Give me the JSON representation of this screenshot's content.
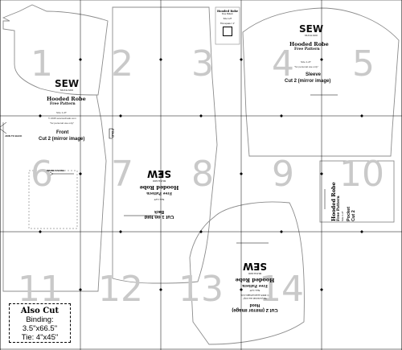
{
  "page_numbers": [
    "1",
    "2",
    "3",
    "4",
    "5",
    "6",
    "7",
    "8",
    "9",
    "10",
    "11",
    "12",
    "13",
    "14"
  ],
  "front_piece": {
    "logo_main": "SEW",
    "logo_sub": "MUCH ADO",
    "title": "Hooded Robe",
    "subtitle": "Free Pattern",
    "size": "Size 1-2T",
    "url": "© 2015 sewmuchado.com",
    "note": "\"for personal use only\"",
    "label": "Front",
    "cut": "Cut 2 (mirror image)",
    "side_label": "JOIN TO BACK",
    "front_mark": "INSIDE FACING"
  },
  "sleeve_piece": {
    "logo_main": "SEW",
    "logo_sub": "MUCH ADO",
    "title": "Hooded Robe",
    "subtitle": "Free Pattern",
    "size": "Size 1-2T",
    "note": "\"for personal use only\"",
    "label": "Sleeve",
    "cut": "Cut 2 (mirror image)"
  },
  "back_piece": {
    "logo_main": "SEW",
    "logo_sub": "MUCH ADO",
    "title": "Hooded Robe",
    "subtitle": "Free Pattern",
    "size": "Size 1-2T",
    "label": "Back",
    "cut": "Cut 1 on fold",
    "fold": "FOLD"
  },
  "hood_piece": {
    "logo_main": "SEW",
    "logo_sub": "MUCH ADO",
    "title": "Hooded Robe",
    "subtitle": "Free Pattern",
    "size": "Size 1-2T",
    "url": "© 2015 sewmuchado.com",
    "note": "\"for personal use only\"",
    "label": "Hood",
    "cut": "Cut 2 (mirror image)"
  },
  "pocket_piece": {
    "title": "Hooded Robe",
    "subtitle": "Free Pattern",
    "size": "Size 1-2T",
    "label": "Pocket",
    "cut": "Cut 2"
  },
  "info_box": {
    "title": "Hooded Robe",
    "subtitle": "Free Pattern",
    "size_line": "Size 1-2T",
    "test_square": "This square = 1\""
  },
  "also_cut": {
    "title": "Also Cut",
    "binding": "Binding: 3.5\"x66.5\"",
    "tie": "Tie: 4\"x45\""
  },
  "colors": {
    "grid": "#000000",
    "outline": "#8c8c8c",
    "page_number": "#c9c9c9"
  }
}
